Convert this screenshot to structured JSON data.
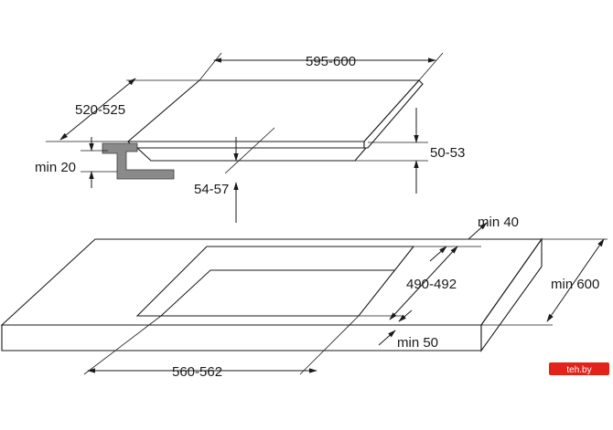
{
  "dimensions": {
    "hob_width": "595-600",
    "hob_depth": "520-525",
    "hob_thickness": "50-53",
    "installed_height": "54-57",
    "clearance_below": "min 20",
    "cutout_depth": "490-492",
    "cutout_width": "560-562",
    "front_margin": "min 50",
    "back_margin": "min 40",
    "worktop_depth": "min 600"
  },
  "watermark": {
    "text": "teh.by",
    "color": "#e2231a"
  },
  "colors": {
    "line": "#1a1a1a",
    "bracket": "#8a8a8a",
    "background": "#ffffff"
  }
}
